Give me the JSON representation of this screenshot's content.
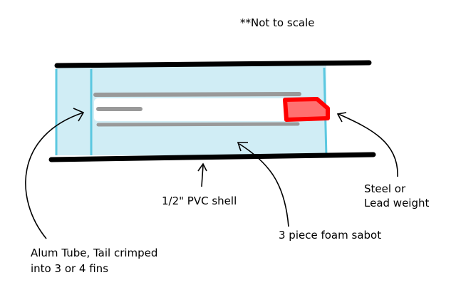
{
  "note": "**Not to scale",
  "labels": {
    "pvc": "1/2\" PVC shell",
    "weight_line1": "Steel or",
    "weight_line2": "Lead weight",
    "sabot": "3 piece foam sabot",
    "tube_line1": "Alum Tube, Tail crimped",
    "tube_line2": "into 3 or 4 fins"
  },
  "colors": {
    "foam": "#bfe6f2",
    "foam_edge": "#5bc8e0",
    "shell": "#000000",
    "tube": "#999999",
    "weight": "#ff0000",
    "weight_fill": "#ff7070"
  }
}
